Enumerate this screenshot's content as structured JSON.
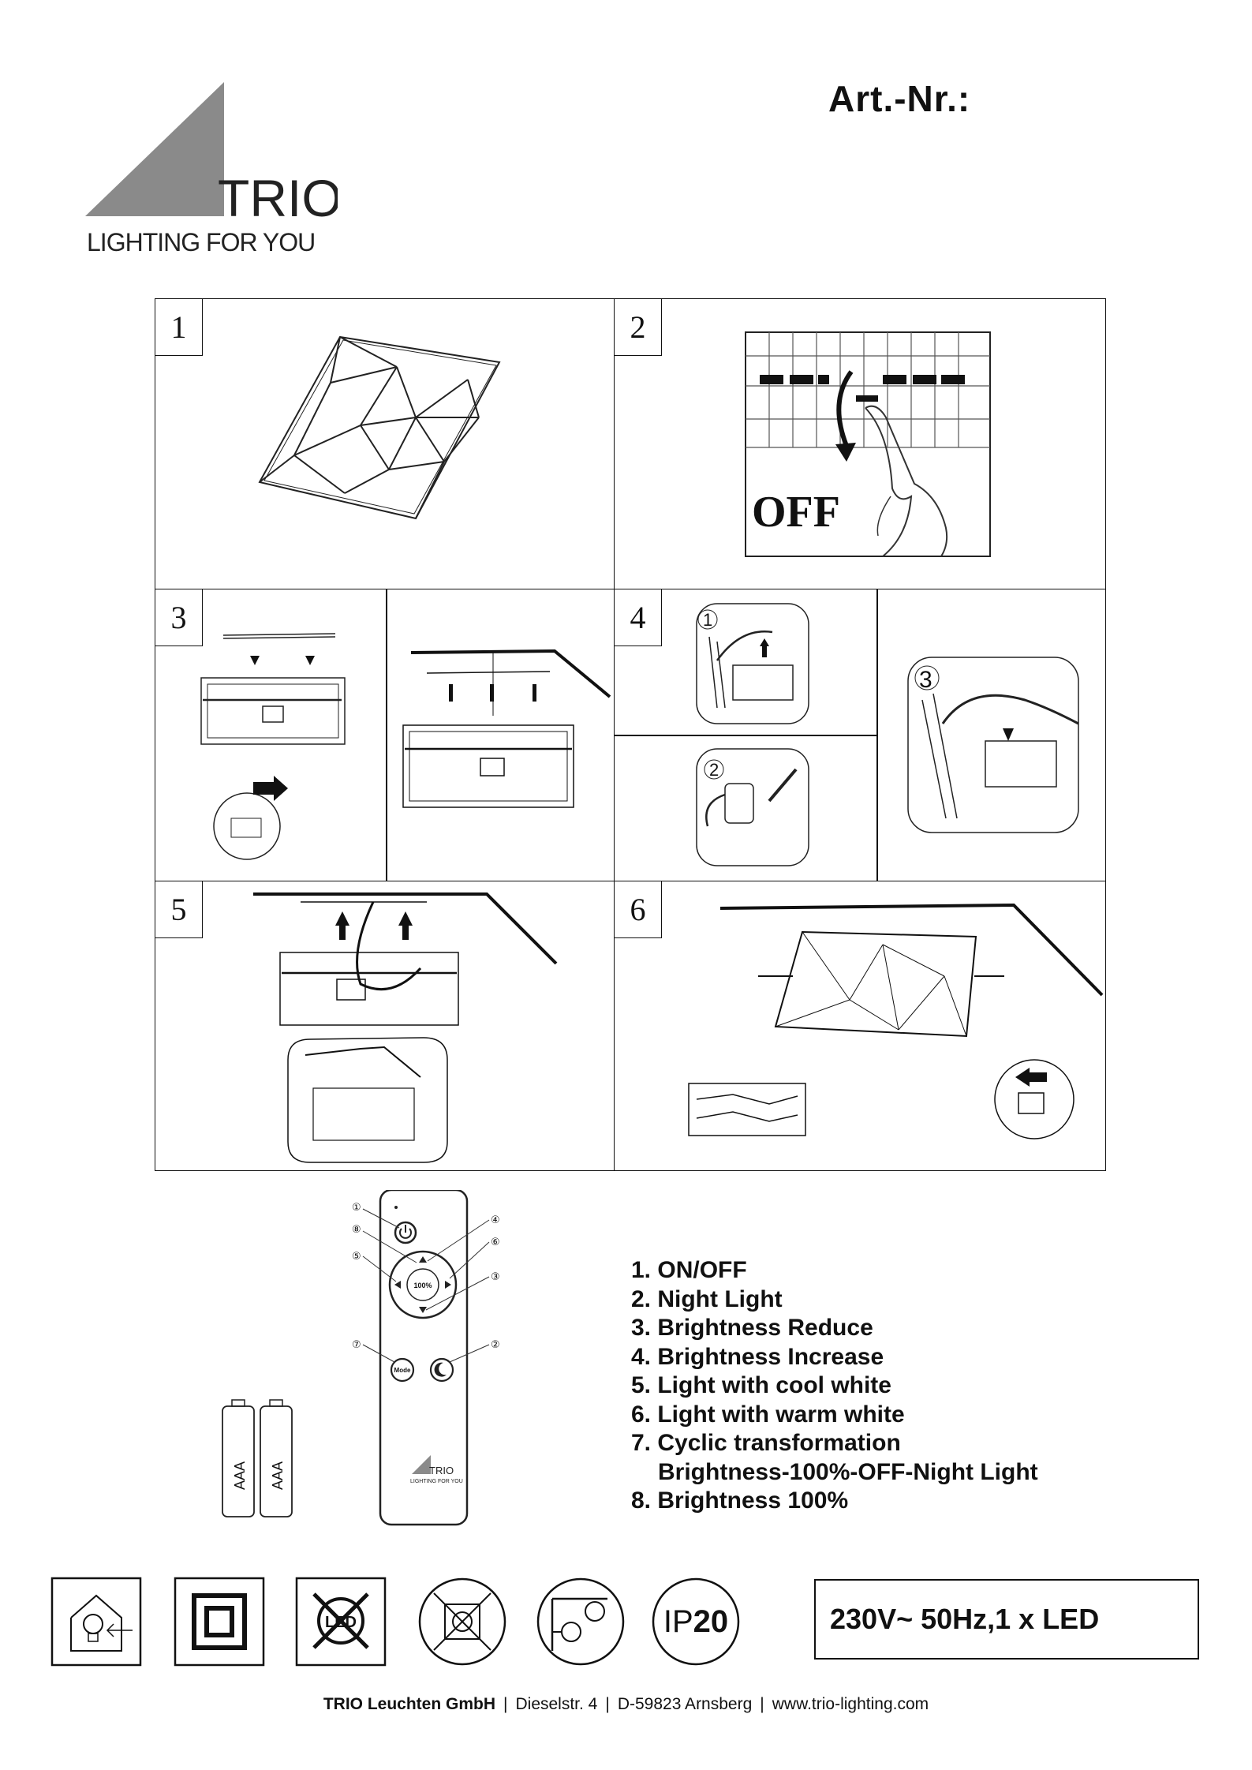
{
  "header": {
    "logo_brand": "TRIO",
    "logo_tagline": "LIGHTING FOR YOU",
    "article_number_label": "Art.-Nr.:"
  },
  "steps": [
    {
      "number": "1"
    },
    {
      "number": "2",
      "label": "OFF"
    },
    {
      "number": "3"
    },
    {
      "number": "4",
      "sub_labels": [
        "1",
        "2",
        "3"
      ]
    },
    {
      "number": "5"
    },
    {
      "number": "6"
    }
  ],
  "remote": {
    "center_label": "100%",
    "mode_label": "Mode",
    "button_callouts": [
      "①",
      "⑧",
      "⑤",
      "④",
      "⑥",
      "③",
      "⑦",
      "②"
    ],
    "brand_mark": "TRIO",
    "brand_tagline": "LIGHTING FOR YOU",
    "battery_labels": [
      "AAA",
      "AAA"
    ]
  },
  "legend": [
    "1. ON/OFF",
    "2. Night Light",
    "3. Brightness Reduce",
    "4. Brightness Increase",
    "5. Light with cool white",
    "6. Light with warm white",
    "7. Cyclic transformation",
    "Brightness-100%-OFF-Night Light",
    "8. Brightness 100%"
  ],
  "symbols": {
    "ip_rating_prefix": "IP",
    "ip_rating_value": "20",
    "led_label": "LED",
    "icons": [
      "indoor-use-icon",
      "protection-class-2-icon",
      "led-not-replaceable-icon",
      "no-dimmer-icon",
      "flammable-surface-icon",
      "ip20-icon"
    ]
  },
  "spec": "230V~ 50Hz,1 x LED",
  "footer": {
    "company": "TRIO Leuchten GmbH",
    "street": "Dieselstr. 4",
    "city": "D-59823 Arnsberg",
    "website": "www.trio-lighting.com",
    "separator": "|"
  }
}
